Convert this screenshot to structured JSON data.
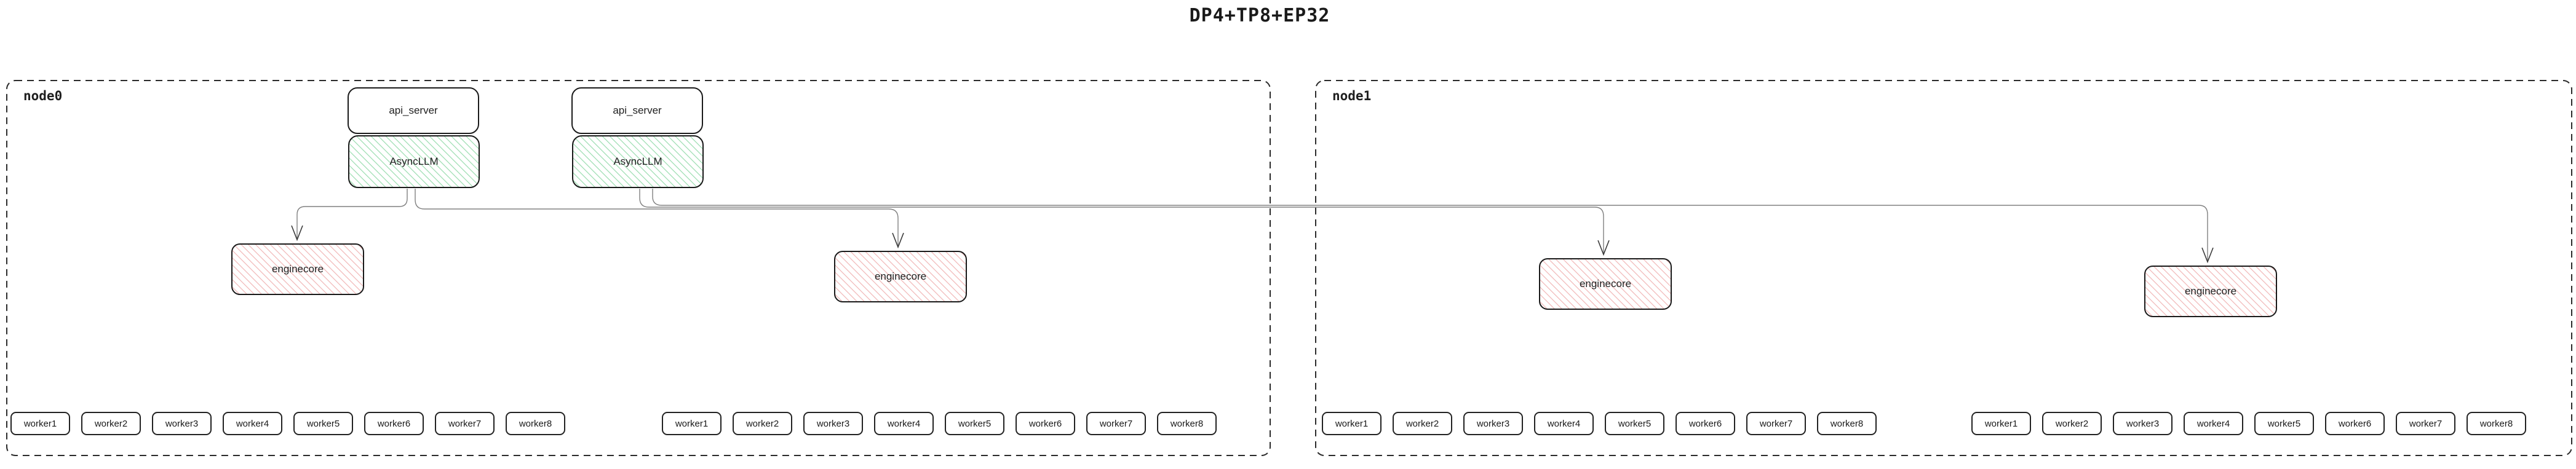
{
  "title": "DP4+TP8+EP32",
  "nodes": [
    {
      "label": "node0",
      "api_servers": [
        {
          "name": "api_server",
          "llm": "AsyncLLM"
        },
        {
          "name": "api_server",
          "llm": "AsyncLLM"
        }
      ],
      "enginecores": [
        "enginecore",
        "enginecore"
      ],
      "worker_groups": [
        [
          "worker1",
          "worker2",
          "worker3",
          "worker4",
          "worker5",
          "worker6",
          "worker7",
          "worker8"
        ],
        [
          "worker1",
          "worker2",
          "worker3",
          "worker4",
          "worker5",
          "worker6",
          "worker7",
          "worker8"
        ]
      ]
    },
    {
      "label": "node1",
      "api_servers": [],
      "enginecores": [
        "enginecore",
        "enginecore"
      ],
      "worker_groups": [
        [
          "worker1",
          "worker2",
          "worker3",
          "worker4",
          "worker5",
          "worker6",
          "worker7",
          "worker8"
        ],
        [
          "worker1",
          "worker2",
          "worker3",
          "worker4",
          "worker5",
          "worker6",
          "worker7",
          "worker8"
        ]
      ]
    }
  ],
  "edges": [
    {
      "from": "AsyncLLM-1",
      "to": "enginecore-1"
    },
    {
      "from": "AsyncLLM-1",
      "to": "enginecore-2"
    },
    {
      "from": "AsyncLLM-2",
      "to": "enginecore-3"
    },
    {
      "from": "AsyncLLM-2",
      "to": "enginecore-4"
    }
  ],
  "colors": {
    "async_llm_hatch": "#a9e2bb",
    "enginecore_hatch": "#f3c1c1",
    "box_border": "#1a1a1a",
    "node_border": "#2b2b2b",
    "edge_line": "#808080",
    "arrowhead": "#3a3a3a"
  }
}
